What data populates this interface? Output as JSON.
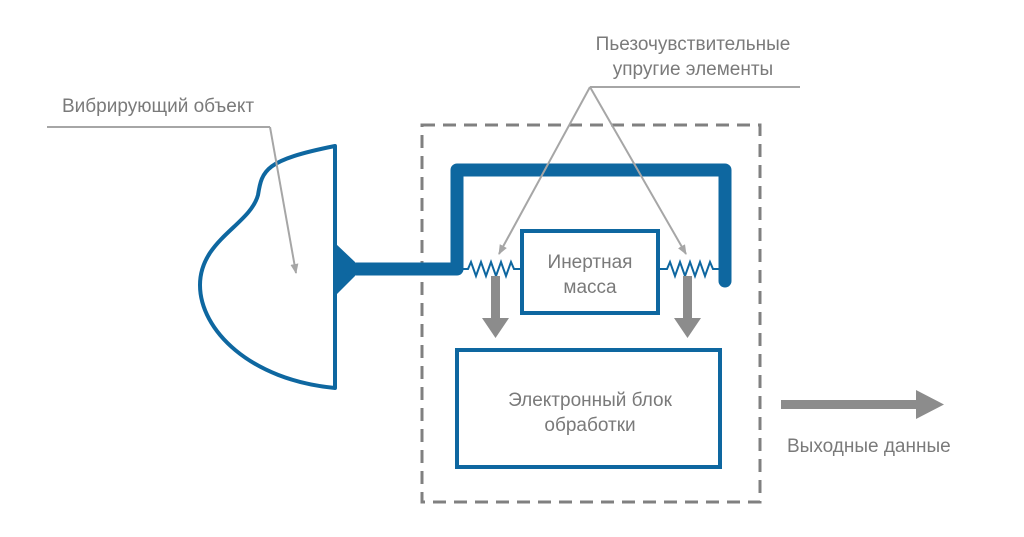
{
  "labels": {
    "vibrating_object": "Вибрирующий объект",
    "piezo_line1": "Пьезочувствительные",
    "piezo_line2": "упругие элементы",
    "inertial_mass_line1": "Инертная",
    "inertial_mass_line2": "масса",
    "electronics_line1": "Электронный блок",
    "electronics_line2": "обработки",
    "output_data": "Выходные данные"
  },
  "colors": {
    "primary_blue": "#0e67a0",
    "gray": "#8c8c8c",
    "text": "#7a7a7a",
    "dashed_border": "#808080"
  }
}
